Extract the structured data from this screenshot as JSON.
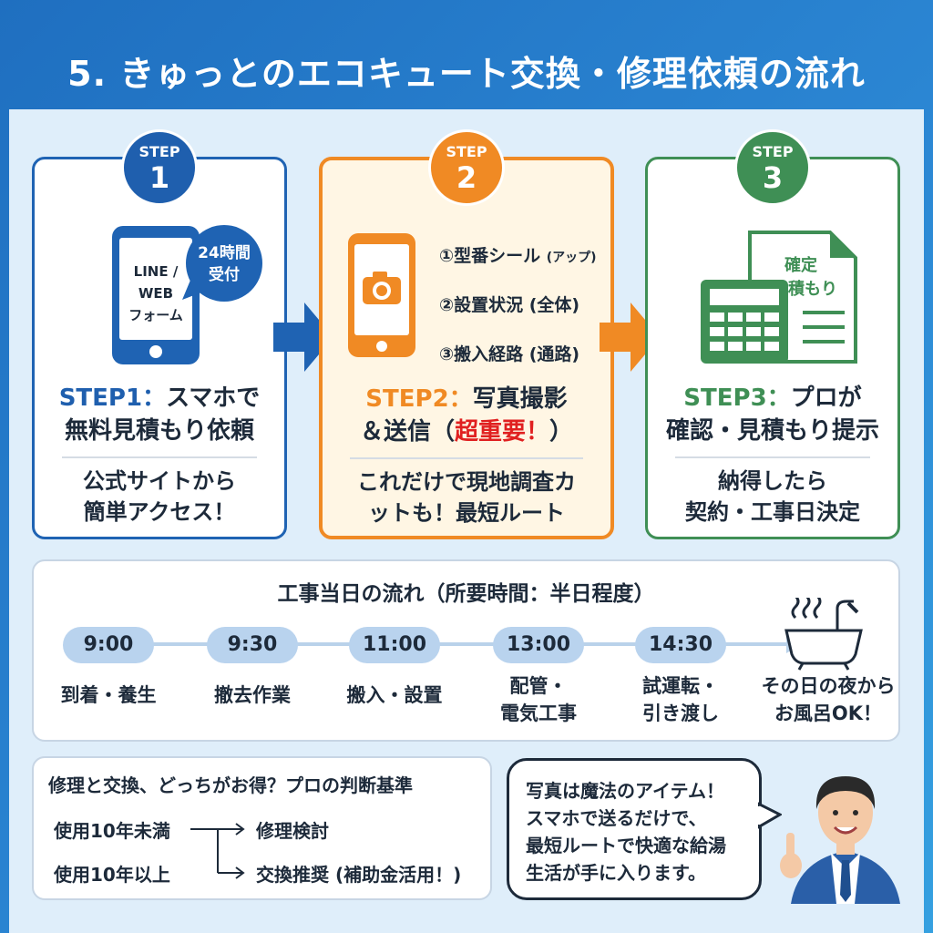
{
  "title": "5. きゅっとのエコキュート交換・修理依頼の流れ",
  "steps": [
    {
      "badge_label": "STEP",
      "badge_number": "1",
      "phone_lines": [
        "LINE /",
        "WEB",
        "フォーム"
      ],
      "bubble_lines": [
        "24時間",
        "受付"
      ],
      "title_prefix": "STEP1：",
      "title_rest": "スマホで",
      "title_line2": "無料見積もり依頼",
      "desc_lines": [
        "公式サイトから",
        "簡単アクセス！"
      ]
    },
    {
      "badge_label": "STEP",
      "badge_number": "2",
      "photo_items": [
        "①型番シール",
        "(アップ)",
        "②設置状況 (全体)",
        "③搬入経路 (通路)"
      ],
      "title_prefix": "STEP2：",
      "title_rest": "写真撮影",
      "title_line2_prefix": "＆送信（",
      "title_line2_emph": "超重要！",
      "title_line2_suffix": "）",
      "desc_lines": [
        "これだけで現地調査カ",
        "ットも！最短ルート"
      ]
    },
    {
      "badge_label": "STEP",
      "badge_number": "3",
      "doc_lines": [
        "確定",
        "見積もり"
      ],
      "title_prefix": "STEP3：",
      "title_rest": "プロが",
      "title_line2": "確認・見積もり提示",
      "desc_lines": [
        "納得したら",
        "契約・工事日決定"
      ]
    }
  ],
  "timeline": {
    "title": "工事当日の流れ（所要時間：半日程度）",
    "items": [
      {
        "time": "9:00",
        "label_lines": [
          "到着・養生"
        ]
      },
      {
        "time": "9:30",
        "label_lines": [
          "撤去作業"
        ]
      },
      {
        "time": "11:00",
        "label_lines": [
          "搬入・設置"
        ]
      },
      {
        "time": "13:00",
        "label_lines": [
          "配管・",
          "電気工事"
        ]
      },
      {
        "time": "14:30",
        "label_lines": [
          "試運転・",
          "引き渡し"
        ]
      }
    ],
    "end_label_lines": [
      "その日の夜から",
      "お風呂OK！"
    ]
  },
  "judgement": {
    "title": "修理と交換、どっちがお得？プロの判断基準",
    "rows": [
      {
        "condition": "使用10年未満",
        "result": "修理検討"
      },
      {
        "condition": "使用10年以上",
        "result": "交換推奨 (補助金活用！)"
      }
    ]
  },
  "speech": {
    "lines": [
      "写真は魔法のアイテム！",
      "スマホで送るだけで、",
      "最短ルートで快適な給湯",
      "生活が手に入ります。"
    ]
  },
  "colors": {
    "step1": "#1f5fae",
    "step2": "#f08a24",
    "step3": "#3f8f55",
    "emphasis": "#e02020"
  }
}
